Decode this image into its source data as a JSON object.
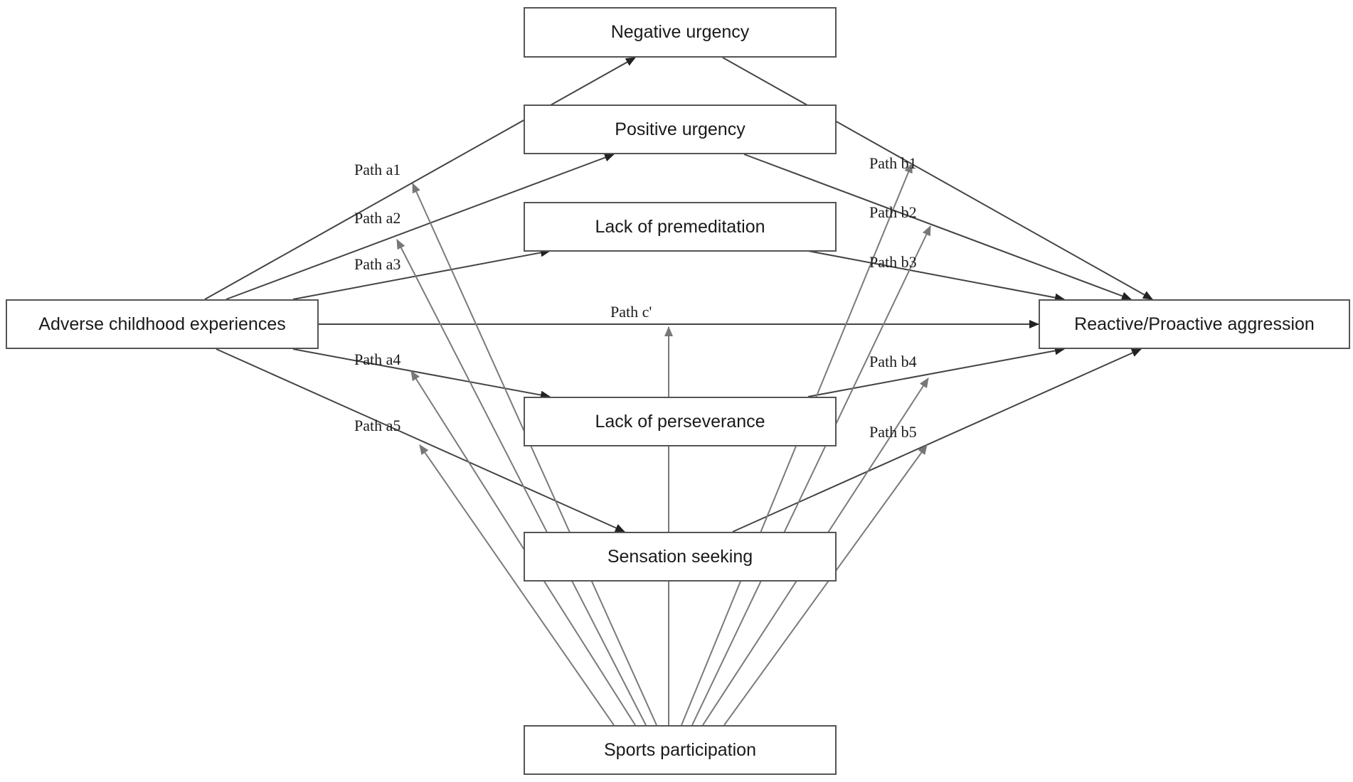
{
  "nodes": {
    "ace": "Adverse childhood experiences",
    "negative_urgency": "Negative urgency",
    "positive_urgency": "Positive urgency",
    "lack_premeditation": "Lack of premeditation",
    "lack_perseverance": "Lack of perseverance",
    "sensation_seeking": "Sensation seeking",
    "aggression": "Reactive/Proactive aggression",
    "sports": "Sports participation"
  },
  "paths": {
    "a1": "Path a1",
    "a2": "Path a2",
    "a3": "Path a3",
    "a4": "Path a4",
    "a5": "Path a5",
    "b1": "Path b1",
    "b2": "Path b2",
    "b3": "Path b3",
    "b4": "Path b4",
    "b5": "Path b5",
    "c_prime": "Path c'"
  },
  "colors": {
    "main_arrow": "#333333",
    "moderator_arrow": "#7a7a7a",
    "box_border": "#555555"
  }
}
